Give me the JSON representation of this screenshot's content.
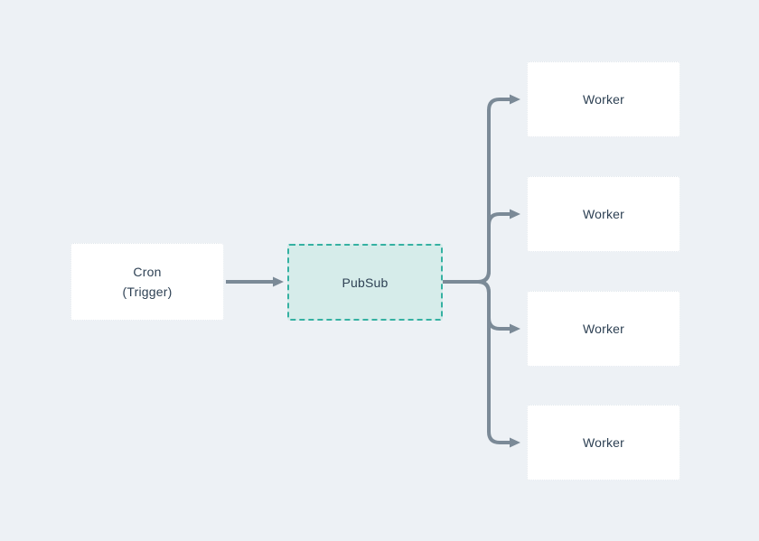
{
  "diagram": {
    "nodes": {
      "cron": {
        "label": "Cron\n(Trigger)",
        "type": "trigger"
      },
      "pubsub": {
        "label": "PubSub",
        "type": "queue",
        "style": "dashed-teal"
      },
      "workers": [
        {
          "label": "Worker"
        },
        {
          "label": "Worker"
        },
        {
          "label": "Worker"
        },
        {
          "label": "Worker"
        }
      ]
    },
    "edges": [
      {
        "from": "cron",
        "to": "pubsub",
        "arrow": "end"
      },
      {
        "from": "pubsub",
        "to": "worker-1",
        "arrow": "end"
      },
      {
        "from": "pubsub",
        "to": "worker-2",
        "arrow": "end"
      },
      {
        "from": "pubsub",
        "to": "worker-3",
        "arrow": "end"
      },
      {
        "from": "pubsub",
        "to": "worker-4",
        "arrow": "end"
      }
    ]
  },
  "colors": {
    "canvas-bg": "#edf1f5",
    "node-bg": "#ffffff",
    "node-border": "#dfe6ec",
    "node-text": "#2e4154",
    "pubsub-bg": "#d6ecea",
    "pubsub-border": "#35b1a2",
    "connector": "#7b8a97"
  }
}
